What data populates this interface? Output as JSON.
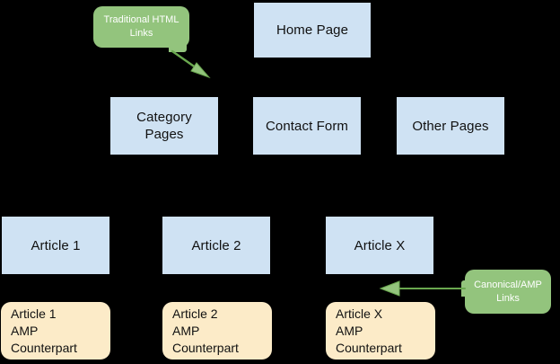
{
  "diagram": {
    "background_color": "#000000",
    "page_box_color": "#cfe2f3",
    "amp_box_color": "#fcebc8",
    "callout_color": "#93c47d",
    "arrow_color": "#6aa84f",
    "callouts": [
      {
        "label": "Traditional HTML\nLinks"
      },
      {
        "label": "Canonical/AMP\nLinks"
      }
    ],
    "top_row": [
      {
        "label": "Home Page"
      }
    ],
    "second_row": [
      {
        "label": "Category\nPages"
      },
      {
        "label": "Contact Form"
      },
      {
        "label": "Other Pages"
      }
    ],
    "article_row": [
      {
        "label": "Article 1"
      },
      {
        "label": "Article 2"
      },
      {
        "label": "Article X"
      }
    ],
    "amp_row": [
      {
        "label": "Article 1\nAMP\nCounterpart"
      },
      {
        "label": "Article 2\nAMP\nCounterpart"
      },
      {
        "label": "Article X\nAMP\nCounterpart"
      }
    ]
  }
}
